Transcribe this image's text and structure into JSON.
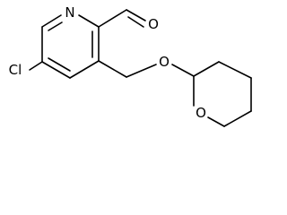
{
  "molecule": {
    "atoms": {
      "pyridine_nitrogen": "N",
      "aldehyde_oxygen": "O",
      "ether_oxygen": "O",
      "ring_oxygen": "O",
      "chlorine": "Cl"
    }
  }
}
